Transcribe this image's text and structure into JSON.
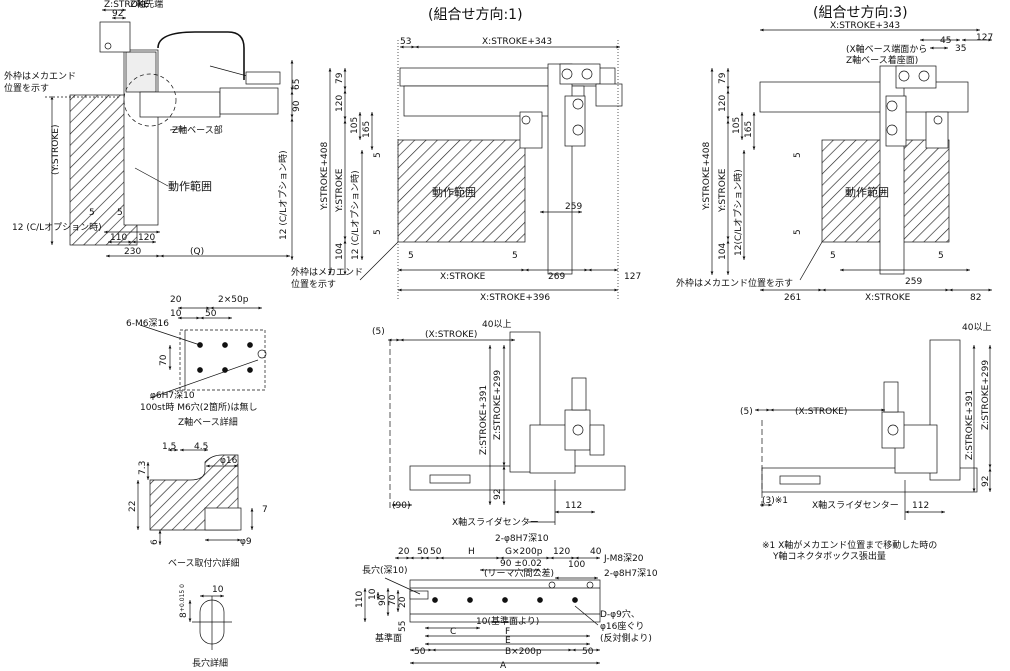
{
  "titles": {
    "combo1": "(組合せ方向:1)",
    "combo3": "(組合せ方向:3)"
  },
  "top_left": {
    "z_stroke": "Z:STROKE",
    "z_axis_tip": "Z軸先端",
    "d92": "92",
    "outer_frame_note_1": "外枠はメカエンド",
    "outer_frame_note_2": "位置を示す",
    "y_stroke": "(Y:STROKE)",
    "z_base": "Z軸ベース部",
    "motion_range": "動作範囲",
    "d65": "65",
    "d90": "90",
    "d5a": "5",
    "d5b": "5",
    "d12_cl": "12 (C/Lオプション時)",
    "d12_cl_v": "12 (C/Lオプション時)",
    "d110": "110",
    "d120": "120",
    "d230": "230",
    "q": "(Q)"
  },
  "combo1": {
    "d53": "53",
    "x_stroke_343": "X:STROKE+343",
    "d79": "79",
    "d120": "120",
    "d105": "105",
    "d165": "165",
    "d5a": "5",
    "d5b": "5",
    "y_stroke_408": "Y:STROKE+408",
    "y_stroke": "Y:STROKE",
    "d12_cl_v": "12 (C/Lオプション時)",
    "motion_range": "動作範囲",
    "d259": "259",
    "d104": "104",
    "d5c": "5",
    "d5d": "5",
    "x_stroke": "X:STROKE",
    "d269": "269",
    "d127": "127",
    "outer_frame_note_1": "外枠はメカエンド",
    "outer_frame_note_2": "位置を示す",
    "x_stroke_396": "X:STROKE+396"
  },
  "combo3": {
    "x_stroke_343": "X:STROKE+343",
    "d45": "45",
    "d127": "127",
    "d35": "35",
    "note_a": "(X軸ベース端面から",
    "note_b": "Z軸ベース着座面)",
    "d79": "79",
    "d120": "120",
    "d105": "105",
    "d165": "165",
    "d5a": "5",
    "d5b": "5",
    "y_stroke_408": "Y:STROKE+408",
    "y_stroke": "Y:STROKE",
    "d12_cl_v": "12(C/Lオプション時)",
    "motion_range": "動作範囲",
    "d104": "104",
    "d5c": "5",
    "d5d": "5",
    "d259": "259",
    "outer_frame_note": "外枠はメカエンド位置を示す",
    "d261": "261",
    "x_stroke": "X:STROKE",
    "d82": "82"
  },
  "zbase_detail": {
    "d20": "20",
    "d2x50p": "2×50p",
    "d10": "10",
    "d50": "50",
    "m6": "6-M6深16",
    "d70": "70",
    "phi6": "φ6H7深10",
    "note100": "100st時 M6穴(2箇所)は無し",
    "label": "Z軸ベース詳細"
  },
  "base_hole_detail": {
    "d15": "1.5",
    "d45": "4.5",
    "phi16": "φ16",
    "d73": "7.3",
    "d22": "22",
    "d6": "6",
    "d7": "7",
    "phi9": "φ9",
    "label": "ベース取付穴詳細"
  },
  "long_hole_detail": {
    "d10": "10",
    "d8": "8",
    "tol": "+0.015 0",
    "label": "長穴詳細"
  },
  "front1": {
    "d5": "(5)",
    "x_stroke": "(X:STROKE)",
    "d40": "40以上",
    "z_stroke_391": "Z:STROKE+391",
    "z_stroke_299": "Z:STROKE+299",
    "d92": "92",
    "d90": "(90)",
    "d112": "112",
    "x_slide_center": "X軸スライダセンター"
  },
  "front3": {
    "d5": "(5)",
    "x_stroke": "(X:STROKE)",
    "d40": "40以上",
    "z_stroke_299": "Z:STROKE+299",
    "z_stroke_391": "Z:STROKE+391",
    "d92": "92",
    "d3": "(3)※1",
    "d112": "112",
    "x_slide_center": "X軸スライダセンター",
    "note1": "※1 X軸がメカエンド位置まで移動した時の",
    "note2": "Y軸コネクタボックス張出量"
  },
  "base_plan": {
    "d20": "20",
    "d50a": "50",
    "d50b": "50",
    "h": "H",
    "phi8_2": "2-φ8H7深10",
    "g200": "G×200p",
    "d90tol": "90 ±0.02",
    "ream": "(リーマ穴間公差)",
    "d120": "120",
    "d40": "40",
    "jm8": "J-M8深20",
    "long_hole": "長穴(深10)",
    "d100": "100",
    "phi8_b": "2-φ8H7深10",
    "d110": "110",
    "d10": "10",
    "d90": "90",
    "d70": "70",
    "d20v": "20",
    "d55": "55",
    "d10ref": "10(基準面より)",
    "ref_face": "基準面",
    "c": "C",
    "f": "F",
    "e": "E",
    "b200": "B×200p",
    "dphi9": "D-φ9穴、",
    "phi16": "φ16座ぐり",
    "opposite": "(反対側より)",
    "d50c": "50",
    "d50d": "50",
    "a": "A"
  }
}
